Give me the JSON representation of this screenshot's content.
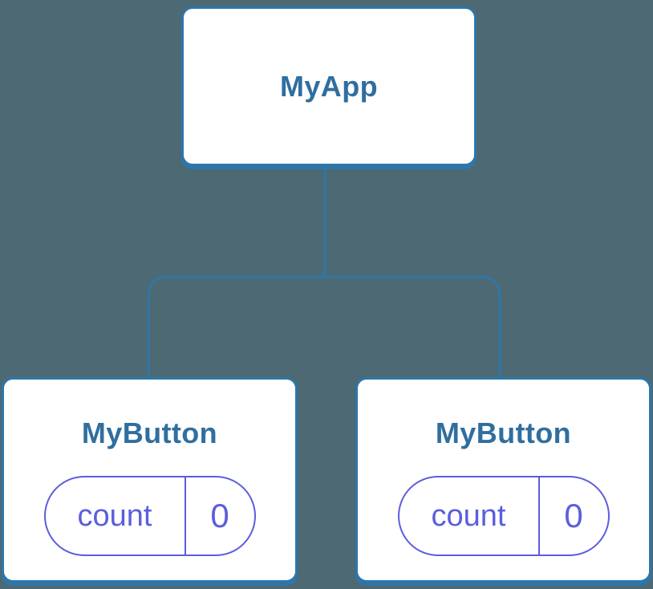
{
  "diagram": {
    "root": {
      "label": "MyApp"
    },
    "children": [
      {
        "label": "MyButton",
        "state": {
          "name": "count",
          "value": "0"
        }
      },
      {
        "label": "MyButton",
        "state": {
          "name": "count",
          "value": "0"
        }
      }
    ],
    "colors": {
      "background": "#4d6973",
      "node_border": "#2e76a9",
      "node_shadow": "#2e76a9",
      "node_label": "#2f6f9f",
      "state_accent": "#5b5edd",
      "node_fill": "#ffffff"
    }
  }
}
